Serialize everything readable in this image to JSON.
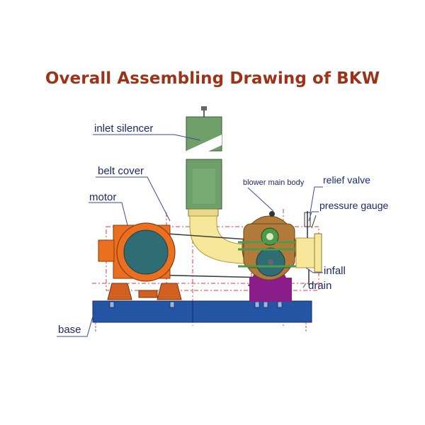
{
  "title": "Overall Assembling Drawing of BKW",
  "labels": {
    "inlet_silencer": "inlet silencer",
    "belt_cover": "belt cover",
    "motor": "motor",
    "blower_main_body": "blower main body",
    "relief_valve": "relief valve",
    "pressure_gauge": "pressure gauge",
    "infall": "infall",
    "drain": "drain",
    "base": "base"
  },
  "colors": {
    "title": "#9c3318",
    "label_text": "#1d2a6b",
    "leader_line": "#3a4a9a",
    "silencer_green": "#6fa06a",
    "elbow_yellow": "#f6e79a",
    "motor_orange": "#ea6f1f",
    "motor_core": "#2f6d74",
    "blower_brown": "#b27a3a",
    "blower_feet": "#8a1d8a",
    "base_blue": "#2454a4",
    "outline_red": "#e03a3a"
  }
}
